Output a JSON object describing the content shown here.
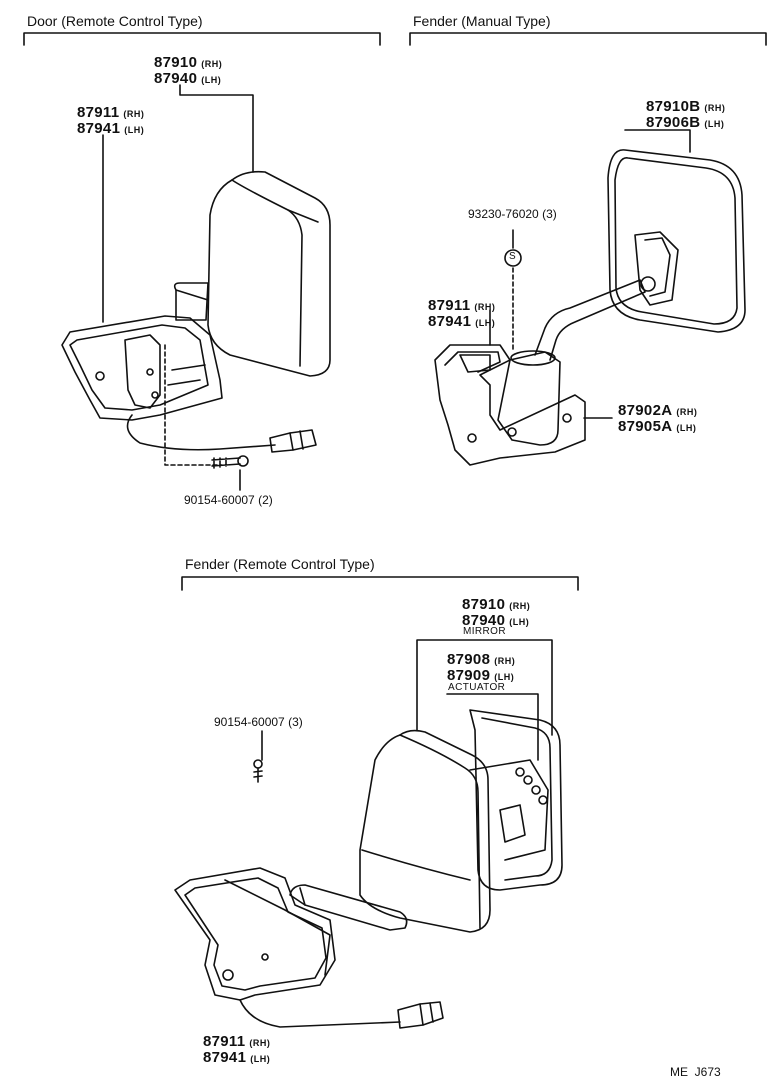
{
  "sections": {
    "door_remote": "Door (Remote Control Type)",
    "fender_manual": "Fender (Manual Type)",
    "fender_remote": "Fender (Remote Control Type)"
  },
  "door_remote": {
    "mirror": {
      "rh_num": "87910",
      "rh": "(RH)",
      "lh_num": "87940",
      "lh": "(LH)"
    },
    "base": {
      "rh_num": "87911",
      "rh": "(RH)",
      "lh_num": "87941",
      "lh": "(LH)"
    },
    "screw": "90154-60007 (2)"
  },
  "fender_manual": {
    "mirror": {
      "rh_num": "87910B",
      "rh": "(RH)",
      "lh_num": "87906B",
      "lh": "(LH)"
    },
    "screw": "93230-76020 (3)",
    "screw_symbol": "S",
    "base": {
      "rh_num": "87911",
      "rh": "(RH)",
      "lh_num": "87941",
      "lh": "(LH)"
    },
    "stay": {
      "rh_num": "87902A",
      "rh": "(RH)",
      "lh_num": "87905A",
      "lh": "(LH)"
    }
  },
  "fender_remote": {
    "mirror": {
      "rh_num": "87910",
      "rh": "(RH)",
      "lh_num": "87940",
      "lh": "(LH)",
      "caption": "MIRROR"
    },
    "actuator": {
      "rh_num": "87908",
      "rh": "(RH)",
      "lh_num": "87909",
      "lh": "(LH)",
      "caption": "ACTUATOR"
    },
    "screw": "90154-60007 (3)",
    "base": {
      "rh_num": "87911",
      "rh": "(RH)",
      "lh_num": "87941",
      "lh": "(LH)"
    }
  },
  "figure_code": "ME  J673"
}
